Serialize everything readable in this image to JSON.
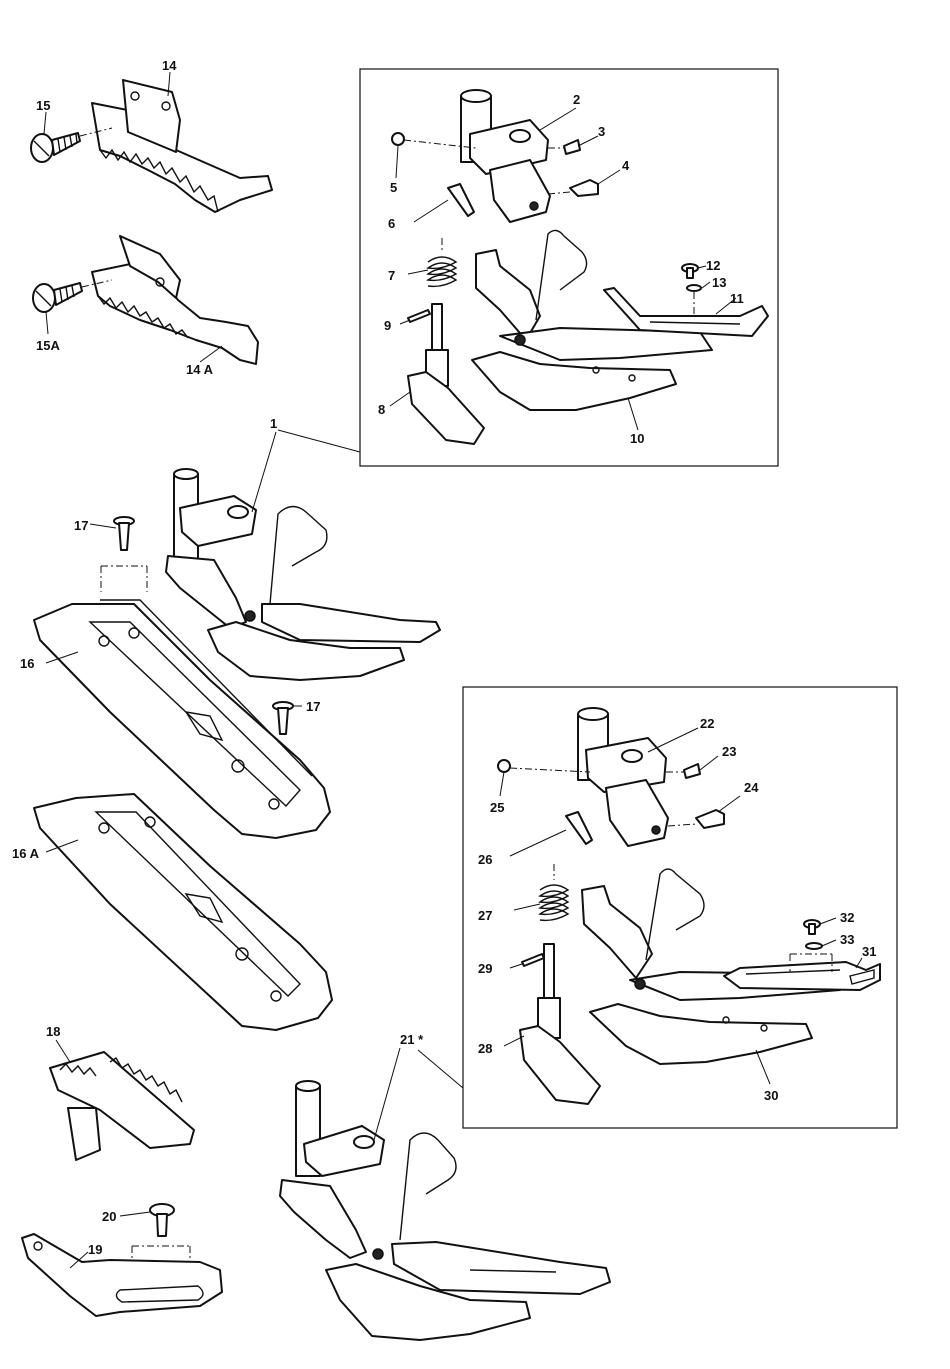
{
  "callouts": [
    {
      "id": "c1",
      "text": "1"
    },
    {
      "id": "c2",
      "text": "2"
    },
    {
      "id": "c3",
      "text": "3"
    },
    {
      "id": "c4",
      "text": "4"
    },
    {
      "id": "c5",
      "text": "5"
    },
    {
      "id": "c6",
      "text": "6"
    },
    {
      "id": "c7",
      "text": "7"
    },
    {
      "id": "c8",
      "text": "8"
    },
    {
      "id": "c9",
      "text": "9"
    },
    {
      "id": "c10",
      "text": "10"
    },
    {
      "id": "c11",
      "text": "11"
    },
    {
      "id": "c12",
      "text": "12"
    },
    {
      "id": "c13",
      "text": "13"
    },
    {
      "id": "c14",
      "text": "14"
    },
    {
      "id": "c14a",
      "text": "14 A"
    },
    {
      "id": "c15",
      "text": "15"
    },
    {
      "id": "c15a",
      "text": "15A"
    },
    {
      "id": "c16",
      "text": "16"
    },
    {
      "id": "c16a",
      "text": "16 A"
    },
    {
      "id": "c17a",
      "text": "17"
    },
    {
      "id": "c17b",
      "text": "17"
    },
    {
      "id": "c18",
      "text": "18"
    },
    {
      "id": "c19",
      "text": "19"
    },
    {
      "id": "c20",
      "text": "20"
    },
    {
      "id": "c21",
      "text": "21 *"
    },
    {
      "id": "c22",
      "text": "22"
    },
    {
      "id": "c23",
      "text": "23"
    },
    {
      "id": "c24",
      "text": "24"
    },
    {
      "id": "c25",
      "text": "25"
    },
    {
      "id": "c26",
      "text": "26"
    },
    {
      "id": "c27",
      "text": "27"
    },
    {
      "id": "c28",
      "text": "28"
    },
    {
      "id": "c29",
      "text": "29"
    },
    {
      "id": "c30",
      "text": "30"
    },
    {
      "id": "c31",
      "text": "31"
    },
    {
      "id": "c32",
      "text": "32"
    },
    {
      "id": "c33",
      "text": "33"
    }
  ]
}
